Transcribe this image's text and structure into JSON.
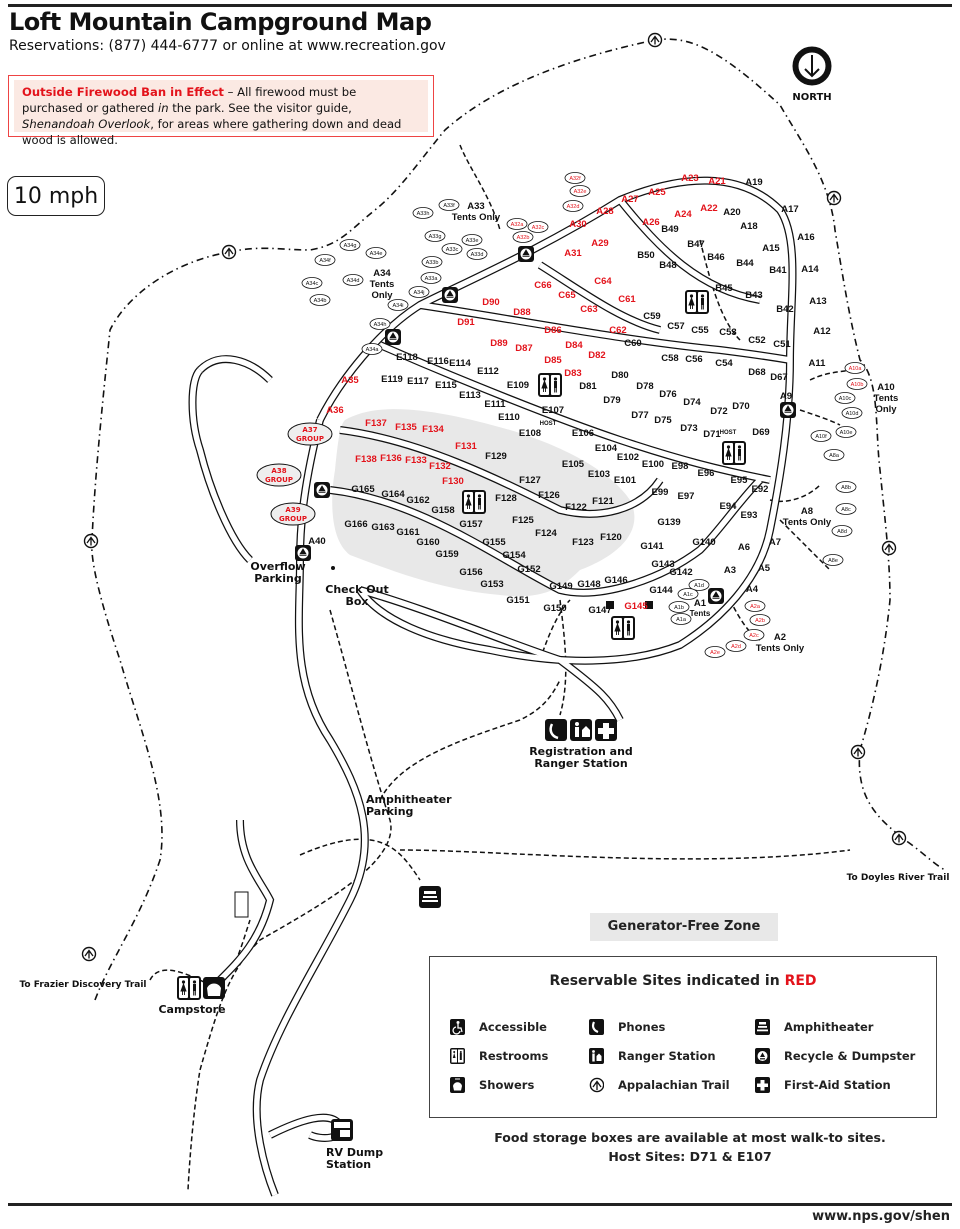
{
  "header": {
    "title": "Loft Mountain Campground Map",
    "subtitle": "Reservations:  (877) 444-6777 or online at www.recreation.gov"
  },
  "firewood_notice": {
    "heading": "Outside Firewood Ban in Effect",
    "text_1": " – All firewood must be purchased or gathered ",
    "text_italic_1": "in",
    "text_2": " the park. See the visitor guide, ",
    "text_italic_2": "Shenandoah Overlook",
    "text_3": ", for areas where gathering down and dead wood is allowed.",
    "border_color": "#e44444",
    "bg_color": "#fbe9e3"
  },
  "speed_limit": "10 mph",
  "compass": {
    "label": "NORTH",
    "icon": "north-arrow-down-icon"
  },
  "colors": {
    "reservable": "#e3131b",
    "standard": "#111111",
    "generator_free_zone": "#e8e8e8"
  },
  "places": {
    "overflow_parking": [
      "Overflow",
      "Parking"
    ],
    "check_out_box": [
      "Check Out",
      "Box"
    ],
    "registration": [
      "Registration and",
      "Ranger Station"
    ],
    "amphitheater_parking": [
      "Amphitheater",
      "Parking"
    ],
    "campstore": "Campstore",
    "rv_dump": [
      "RV Dump",
      "Station"
    ],
    "frazier_trail": "To Frazier Discovery Trail",
    "doyles_trail": "To Doyles River Trail",
    "host_tag": "HOST"
  },
  "group_sites": [
    {
      "id": "A37",
      "label": "GROUP"
    },
    {
      "id": "A38",
      "label": "GROUP"
    },
    {
      "id": "A39",
      "label": "GROUP"
    }
  ],
  "tent_areas": {
    "a33": [
      "A33",
      "Tents Only"
    ],
    "a34": [
      "A34",
      "Tents",
      "Only"
    ],
    "a10": [
      "A10",
      "Tents",
      "Only"
    ],
    "a8": [
      "A8",
      "Tents Only"
    ],
    "a2": [
      "A2",
      "Tents Only"
    ],
    "a1": [
      "A1",
      "Tents"
    ]
  },
  "walkin_sites": {
    "a33": [
      "A33h",
      "A33f",
      "A33g",
      "A33e",
      "A33d",
      "A33c",
      "A33b",
      "A33a"
    ],
    "a34": [
      "A34g",
      "A34f",
      "A34e",
      "A34c",
      "A34d",
      "A34b",
      "A34j",
      "A34i",
      "A34h",
      "A34a"
    ],
    "a32": [
      "A32f",
      "A32e",
      "A32d",
      "A32a",
      "A32c",
      "A32b"
    ],
    "a10": [
      "A10a",
      "A10b",
      "A10c",
      "A10d",
      "A10f",
      "A10e"
    ],
    "a8": [
      "A8a",
      "A8b",
      "A8c",
      "A8d",
      "A8e"
    ],
    "a1": [
      "A1d",
      "A1c",
      "A1b",
      "A1a"
    ],
    "a2": [
      "A2a",
      "A2b",
      "A2c",
      "A2d",
      "A2e"
    ]
  },
  "site_labels": [
    {
      "t": "A23",
      "r": 1
    },
    {
      "t": "A21",
      "r": 1
    },
    {
      "t": "A19",
      "r": 0
    },
    {
      "t": "A25",
      "r": 1
    },
    {
      "t": "A27",
      "r": 1
    },
    {
      "t": "A28",
      "r": 1
    },
    {
      "t": "A30",
      "r": 1
    },
    {
      "t": "A29",
      "r": 1
    },
    {
      "t": "A31",
      "r": 1
    },
    {
      "t": "A26",
      "r": 1
    },
    {
      "t": "A24",
      "r": 1
    },
    {
      "t": "A22",
      "r": 1
    },
    {
      "t": "A20",
      "r": 0
    },
    {
      "t": "A18",
      "r": 0
    },
    {
      "t": "A17",
      "r": 0
    },
    {
      "t": "A16",
      "r": 0
    },
    {
      "t": "A15",
      "r": 0
    },
    {
      "t": "A14",
      "r": 0
    },
    {
      "t": "A13",
      "r": 0
    },
    {
      "t": "A12",
      "r": 0
    },
    {
      "t": "A11",
      "r": 0
    },
    {
      "t": "A9",
      "r": 0
    },
    {
      "t": "B49",
      "r": 0
    },
    {
      "t": "B50",
      "r": 0
    },
    {
      "t": "B47",
      "r": 0
    },
    {
      "t": "B48",
      "r": 0
    },
    {
      "t": "B46",
      "r": 0
    },
    {
      "t": "B44",
      "r": 0
    },
    {
      "t": "B45",
      "r": 0
    },
    {
      "t": "B43",
      "r": 0
    },
    {
      "t": "B41",
      "r": 0
    },
    {
      "t": "B42",
      "r": 0
    },
    {
      "t": "C66",
      "r": 1
    },
    {
      "t": "C65",
      "r": 1
    },
    {
      "t": "C64",
      "r": 1
    },
    {
      "t": "C63",
      "r": 1
    },
    {
      "t": "C61",
      "r": 1
    },
    {
      "t": "C62",
      "r": 1
    },
    {
      "t": "C59",
      "r": 0
    },
    {
      "t": "C60",
      "r": 0
    },
    {
      "t": "C57",
      "r": 0
    },
    {
      "t": "C55",
      "r": 0
    },
    {
      "t": "C53",
      "r": 0
    },
    {
      "t": "C58",
      "r": 0
    },
    {
      "t": "C56",
      "r": 0
    },
    {
      "t": "C54",
      "r": 0
    },
    {
      "t": "C52",
      "r": 0
    },
    {
      "t": "C51",
      "r": 0
    },
    {
      "t": "D90",
      "r": 1
    },
    {
      "t": "D91",
      "r": 1
    },
    {
      "t": "D88",
      "r": 1
    },
    {
      "t": "D89",
      "r": 1
    },
    {
      "t": "D86",
      "r": 1
    },
    {
      "t": "D87",
      "r": 1
    },
    {
      "t": "D84",
      "r": 1
    },
    {
      "t": "D85",
      "r": 1
    },
    {
      "t": "D82",
      "r": 1
    },
    {
      "t": "D83",
      "r": 1
    },
    {
      "t": "D81",
      "r": 0
    },
    {
      "t": "D80",
      "r": 0
    },
    {
      "t": "D79",
      "r": 0
    },
    {
      "t": "D78",
      "r": 0
    },
    {
      "t": "D77",
      "r": 0
    },
    {
      "t": "D76",
      "r": 0
    },
    {
      "t": "D75",
      "r": 0
    },
    {
      "t": "D74",
      "r": 0
    },
    {
      "t": "D73",
      "r": 0
    },
    {
      "t": "D72",
      "r": 0
    },
    {
      "t": "D70",
      "r": 0
    },
    {
      "t": "D71",
      "r": 0
    },
    {
      "t": "D69",
      "r": 0
    },
    {
      "t": "D68",
      "r": 0
    },
    {
      "t": "D67",
      "r": 0
    },
    {
      "t": "E118",
      "r": 0
    },
    {
      "t": "E119",
      "r": 0
    },
    {
      "t": "E116",
      "r": 0
    },
    {
      "t": "E117",
      "r": 0
    },
    {
      "t": "E114",
      "r": 0
    },
    {
      "t": "E115",
      "r": 0
    },
    {
      "t": "E112",
      "r": 0
    },
    {
      "t": "E113",
      "r": 0
    },
    {
      "t": "E111",
      "r": 0
    },
    {
      "t": "E109",
      "r": 0
    },
    {
      "t": "E110",
      "r": 0
    },
    {
      "t": "E107",
      "r": 0
    },
    {
      "t": "E108",
      "r": 0
    },
    {
      "t": "E106",
      "r": 0
    },
    {
      "t": "E105",
      "r": 0
    },
    {
      "t": "E104",
      "r": 0
    },
    {
      "t": "E103",
      "r": 0
    },
    {
      "t": "E102",
      "r": 0
    },
    {
      "t": "E101",
      "r": 0
    },
    {
      "t": "E100",
      "r": 0
    },
    {
      "t": "E99",
      "r": 0
    },
    {
      "t": "E98",
      "r": 0
    },
    {
      "t": "E97",
      "r": 0
    },
    {
      "t": "E96",
      "r": 0
    },
    {
      "t": "E95",
      "r": 0
    },
    {
      "t": "E94",
      "r": 0
    },
    {
      "t": "E92",
      "r": 0
    },
    {
      "t": "E93",
      "r": 0
    },
    {
      "t": "A35",
      "r": 1
    },
    {
      "t": "A36",
      "r": 1
    },
    {
      "t": "F137",
      "r": 1
    },
    {
      "t": "F135",
      "r": 1
    },
    {
      "t": "F134",
      "r": 1
    },
    {
      "t": "F138",
      "r": 1
    },
    {
      "t": "F136",
      "r": 1
    },
    {
      "t": "F133",
      "r": 1
    },
    {
      "t": "F132",
      "r": 1
    },
    {
      "t": "F131",
      "r": 1
    },
    {
      "t": "F130",
      "r": 1
    },
    {
      "t": "F129",
      "r": 0
    },
    {
      "t": "F128",
      "r": 0
    },
    {
      "t": "F127",
      "r": 0
    },
    {
      "t": "F126",
      "r": 0
    },
    {
      "t": "F125",
      "r": 0
    },
    {
      "t": "F124",
      "r": 0
    },
    {
      "t": "F122",
      "r": 0
    },
    {
      "t": "F121",
      "r": 0
    },
    {
      "t": "F123",
      "r": 0
    },
    {
      "t": "F120",
      "r": 0
    },
    {
      "t": "G165",
      "r": 0
    },
    {
      "t": "G164",
      "r": 0
    },
    {
      "t": "G162",
      "r": 0
    },
    {
      "t": "G166",
      "r": 0
    },
    {
      "t": "G163",
      "r": 0
    },
    {
      "t": "G161",
      "r": 0
    },
    {
      "t": "G158",
      "r": 0
    },
    {
      "t": "G160",
      "r": 0
    },
    {
      "t": "G157",
      "r": 0
    },
    {
      "t": "G159",
      "r": 0
    },
    {
      "t": "G155",
      "r": 0
    },
    {
      "t": "G154",
      "r": 0
    },
    {
      "t": "G156",
      "r": 0
    },
    {
      "t": "G152",
      "r": 0
    },
    {
      "t": "G153",
      "r": 0
    },
    {
      "t": "G151",
      "r": 0
    },
    {
      "t": "G149",
      "r": 0
    },
    {
      "t": "G150",
      "r": 0
    },
    {
      "t": "G148",
      "r": 0
    },
    {
      "t": "G146",
      "r": 0
    },
    {
      "t": "G147",
      "r": 0
    },
    {
      "t": "G145",
      "r": 1
    },
    {
      "t": "G144",
      "r": 0
    },
    {
      "t": "G143",
      "r": 0
    },
    {
      "t": "G142",
      "r": 0
    },
    {
      "t": "G141",
      "r": 0
    },
    {
      "t": "G140",
      "r": 0
    },
    {
      "t": "G139",
      "r": 0
    },
    {
      "t": "A40",
      "r": 0
    },
    {
      "t": "A7",
      "r": 0
    },
    {
      "t": "A6",
      "r": 0
    },
    {
      "t": "A5",
      "r": 0
    },
    {
      "t": "A3",
      "r": 0
    },
    {
      "t": "A4",
      "r": 0
    }
  ],
  "generator_free_zone": "Generator-Free Zone",
  "legend": {
    "title": "Reservable Sites indicated in ",
    "title_red": "RED",
    "items": [
      {
        "label": "Accessible",
        "icon": "accessible-icon"
      },
      {
        "label": "Phones",
        "icon": "phone-icon"
      },
      {
        "label": "Amphitheater",
        "icon": "amphitheater-icon"
      },
      {
        "label": "Restrooms",
        "icon": "restroom-icon"
      },
      {
        "label": "Ranger Station",
        "icon": "ranger-station-icon"
      },
      {
        "label": "Recycle  & Dumpster",
        "icon": "recycle-icon"
      },
      {
        "label": "Showers",
        "icon": "shower-icon"
      },
      {
        "label": "Appalachian Trail",
        "icon": "appalachian-trail-icon"
      },
      {
        "label": "First-Aid Station",
        "icon": "first-aid-icon"
      }
    ]
  },
  "notes": {
    "food_storage": "Food storage boxes are available at most walk-to sites.",
    "host_sites": "Host Sites: D71 & E107"
  },
  "footer_url": "www.nps.gov/shen"
}
